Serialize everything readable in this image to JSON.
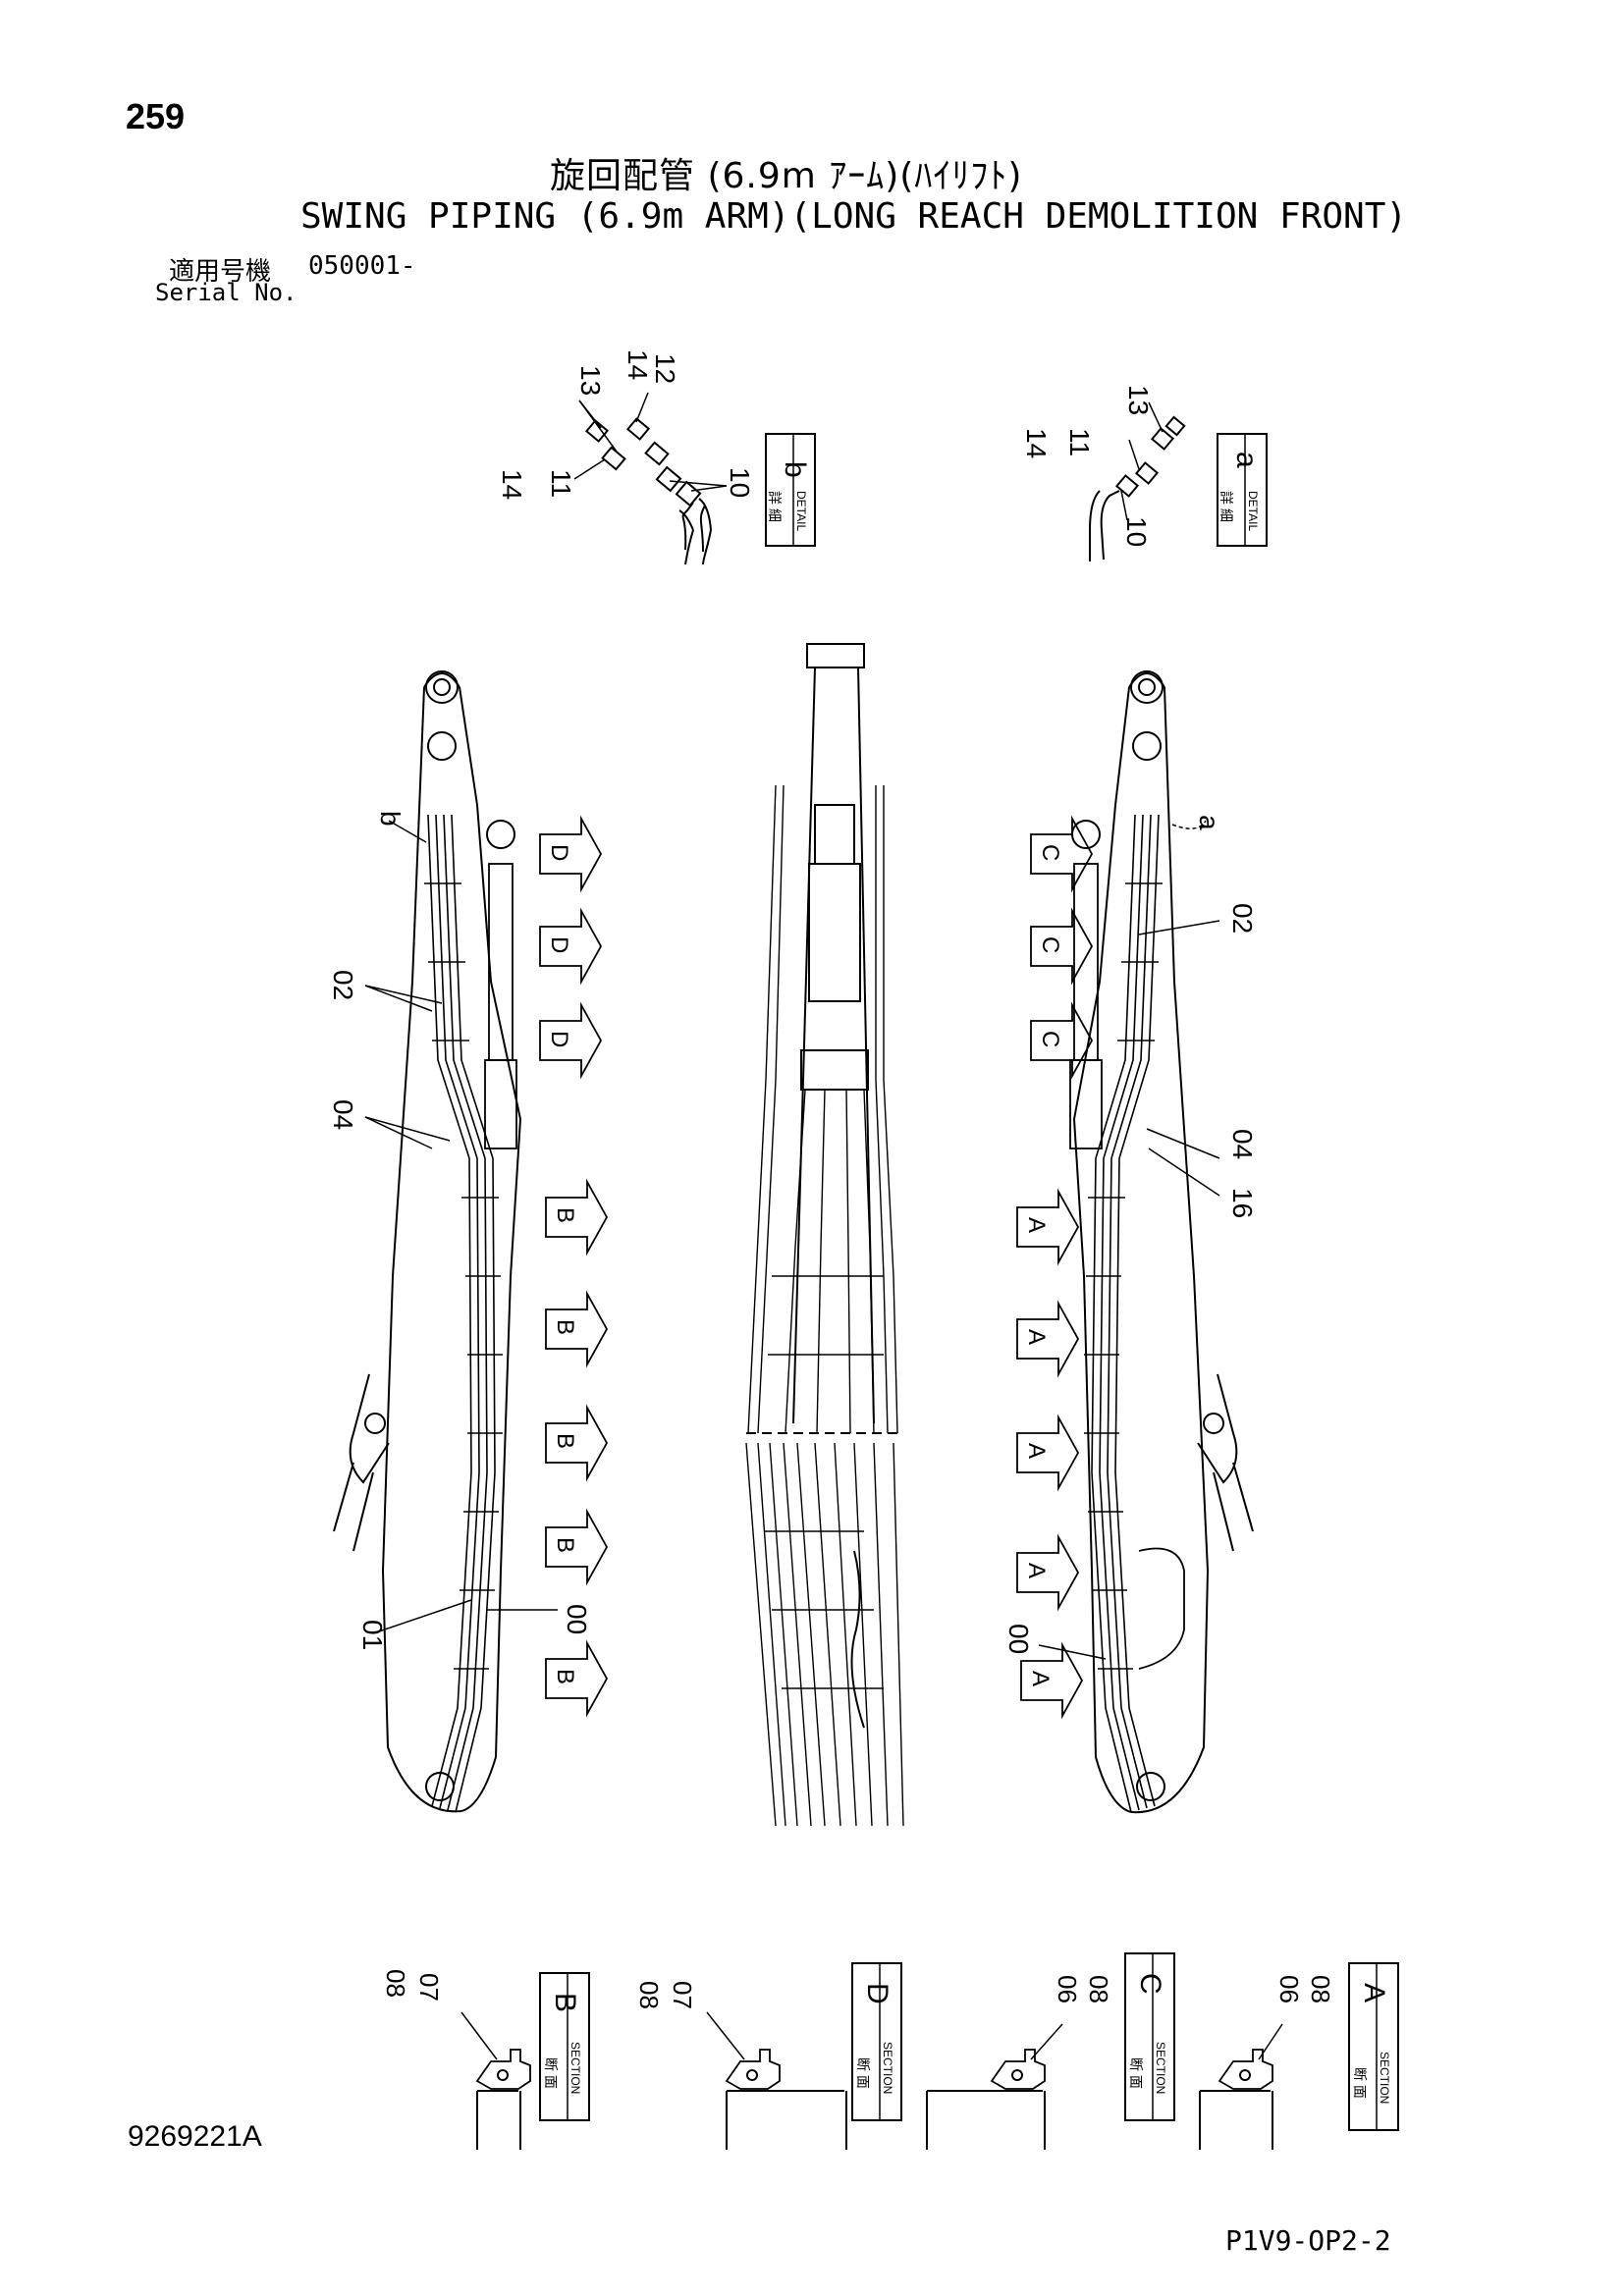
{
  "header": {
    "page_number": "259",
    "title_jp": "旋回配管 (6.9m ｱｰﾑ)(ﾊｲﾘﾌﾄ)",
    "title_en": "SWING PIPING (6.9m ARM)(LONG REACH DEMOLITION FRONT)",
    "serial_label_jp": "適用号機",
    "serial_value": "050001-",
    "serial_label_en": "Serial No."
  },
  "details": {
    "b": {
      "letter": "b",
      "label_jp": "詳 細",
      "label_en": "DETAIL",
      "callouts": [
        "13",
        "14",
        "12",
        "14",
        "11",
        "10"
      ]
    },
    "a": {
      "letter": "a",
      "label_jp": "詳 細",
      "label_en": "DETAIL",
      "callouts": [
        "13",
        "14",
        "11",
        "10"
      ]
    }
  },
  "main_view": {
    "left_callouts": [
      "b",
      "02",
      "04",
      "01",
      "00"
    ],
    "right_callouts": [
      "a",
      "02",
      "04",
      "16",
      "00"
    ],
    "left_section_arrows": [
      "D",
      "D",
      "D",
      "B",
      "B",
      "B",
      "B",
      "B"
    ],
    "right_section_arrows": [
      "C",
      "C",
      "C",
      "A",
      "A",
      "A",
      "A",
      "A"
    ]
  },
  "sections": [
    {
      "letter": "B",
      "label_jp": "断 面",
      "label_en": "SECTION",
      "callouts": [
        "08",
        "07"
      ]
    },
    {
      "letter": "D",
      "label_jp": "断 面",
      "label_en": "SECTION",
      "callouts": [
        "08",
        "07"
      ]
    },
    {
      "letter": "C",
      "label_jp": "断 面",
      "label_en": "SECTION",
      "callouts": [
        "06",
        "08"
      ]
    },
    {
      "letter": "A",
      "label_jp": "断 面",
      "label_en": "SECTION",
      "callouts": [
        "06",
        "08"
      ]
    }
  ],
  "footer": {
    "drawing_number": "9269221A",
    "page_code": "P1V9-OP2-2"
  }
}
